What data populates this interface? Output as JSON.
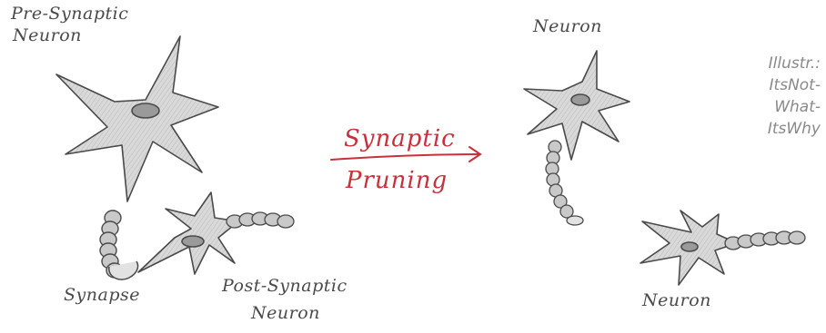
{
  "labels": {
    "pre_synaptic_line1": "Pre-Synaptic",
    "pre_synaptic_line2": "Neuron",
    "synapse": "Synapse",
    "post_synaptic_line1": "Post-Synaptic",
    "post_synaptic_line2": "Neuron",
    "process_line1": "Synaptic",
    "process_line2": "Pruning",
    "neuron_top": "Neuron",
    "neuron_bottom": "Neuron"
  },
  "credit": {
    "line1": "Illustr.:",
    "line2": "ItsNot-",
    "line3": "What-",
    "line4": "ItsWhy"
  },
  "colors": {
    "pencil": "#4a4a4a",
    "cell_fill": "#d6d6d6",
    "nucleus_fill": "#9a9a9a",
    "pruning_red": "#c8303a",
    "credit_gray": "#8a8a8a"
  }
}
